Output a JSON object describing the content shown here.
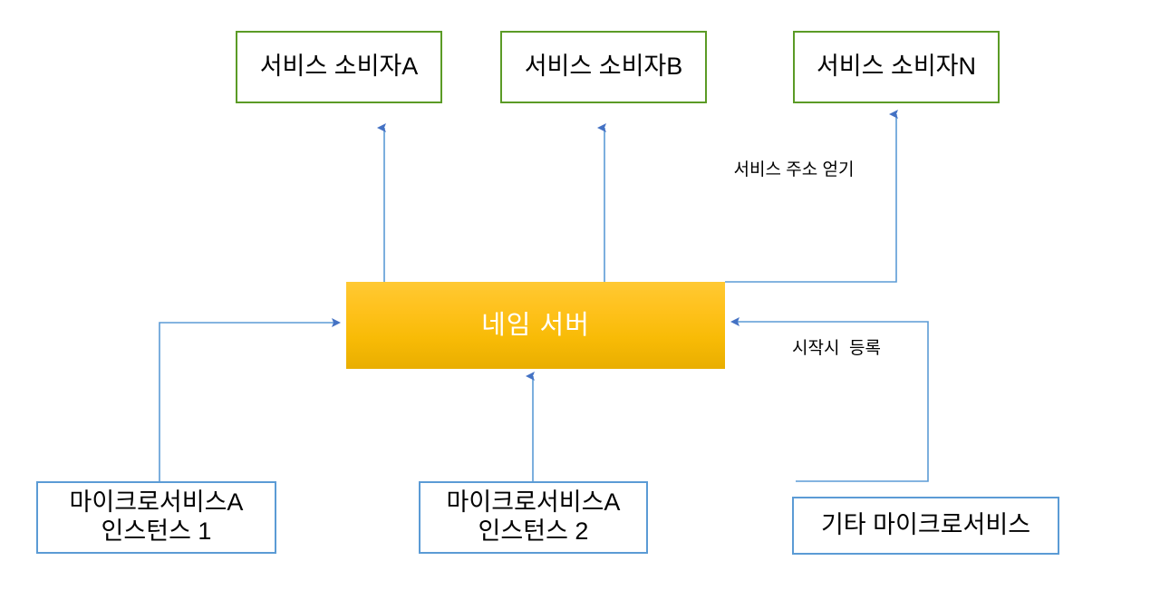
{
  "diagram": {
    "title": "Name Server service discovery diagram",
    "colors": {
      "consumer_border": "#5B9B26",
      "service_border": "#5B9BD5",
      "nameserver_fill_top": "#FFC933",
      "nameserver_fill_bottom": "#E9AE00",
      "nameserver_text": "#FFFFFF",
      "edge": "#5B9BD5",
      "text": "#000000",
      "background": "#FFFFFF"
    },
    "nodes": {
      "consumer_a": {
        "label": "서비스 소비자A",
        "type": "consumer"
      },
      "consumer_b": {
        "label": "서비스 소비자B",
        "type": "consumer"
      },
      "consumer_n": {
        "label": "서비스 소비자N",
        "type": "consumer"
      },
      "name_server": {
        "label": "네임 서버",
        "type": "nameserver"
      },
      "microservice_a1": {
        "label": "마이크로서비스A\n인스턴스 1",
        "type": "service"
      },
      "microservice_a2": {
        "label": "마이크로서비스A\n인스턴스 2",
        "type": "service"
      },
      "other_microservices": {
        "label": "기타 마이크로서비스",
        "type": "service"
      }
    },
    "edge_labels": {
      "get_service_address": "서비스 주소 얻기",
      "register_on_start": "시작시  등록"
    }
  }
}
